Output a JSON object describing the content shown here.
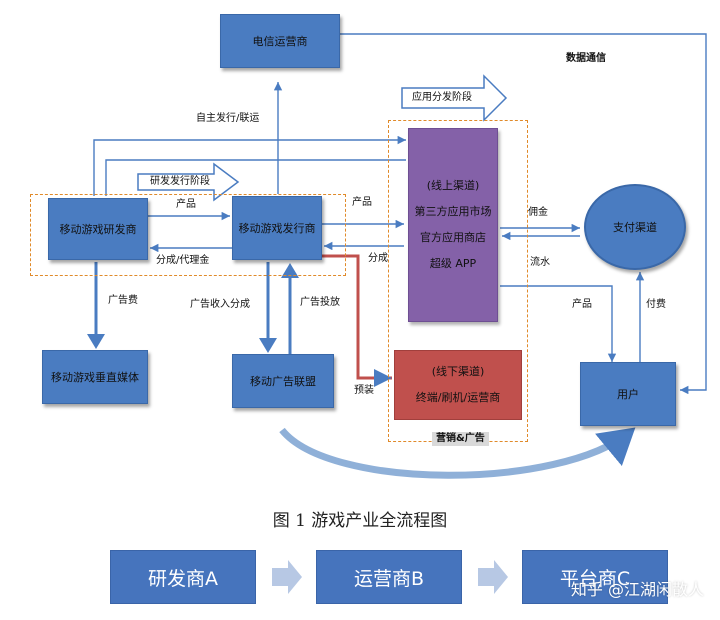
{
  "nodes": {
    "telecom": "电信运营商",
    "developer": "移动游戏研发商",
    "publisher": "移动游戏发行商",
    "vertical_media": "移动游戏垂直媒体",
    "ad_alliance": "移动广告联盟",
    "online_channel": {
      "title": "(线上渠道)",
      "line1": "第三方应用市场",
      "line2": "官方应用商店",
      "line3": "超级 APP"
    },
    "offline_channel": {
      "title": "(线下渠道)",
      "line1": "终端/刷机/运营商"
    },
    "payment": "支付渠道",
    "user": "用户"
  },
  "stage_arrows": {
    "publish_stage": "研发发行阶段",
    "distribution_stage": "应用分发阶段"
  },
  "labels": {
    "data_comm": "数据通信",
    "self_publish": "自主发行/联运",
    "product_1": "产品",
    "product_2": "产品",
    "revenue_share_1": "分成/代理金",
    "revenue_share_2": "分成",
    "commission": "佣金",
    "flow": "流水",
    "product_3": "产品",
    "payment_fee": "付费",
    "ad_fee": "广告费",
    "ad_income_share": "广告收入分成",
    "ad_placement": "广告投放",
    "preinstall": "预装",
    "marketing": "营销&广告"
  },
  "caption": "图 1 游戏产业全流程图",
  "flow_steps": [
    "研发商A",
    "运营商B",
    "平台商C"
  ],
  "watermark": "知乎 @江湖闲散人",
  "colors": {
    "node_blue": "#4a7cc1",
    "online_purple": "#8461a8",
    "offline_red": "#c0504d",
    "dashed_orange": "#e08a2a",
    "flow_blue": "#4674bd"
  }
}
